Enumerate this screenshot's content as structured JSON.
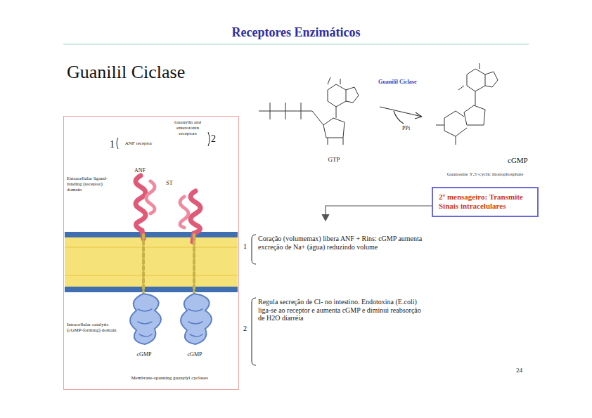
{
  "diagram": {
    "title": "Receptores Enzimáticos",
    "nodes": [
      {
        "text": [
          "Membrane-spanning guanylyl cyclases"
        ]
      },
      {
        "text": [
          "2º mensageiro: Transmite Sinais intracelulares"
        ]
      }
    ],
    "edges": [],
    "labels": [
      "Guanilil Ciclase",
      "1",
      "ANF receptor",
      "Guanylin and enterotoxin receptors",
      "2",
      "ANF",
      "ST",
      "Extracellular ligand-binding (receptor) domain",
      "Intracellular catalytic (cGMP-forming) domain",
      "cGMP",
      "cGMP",
      "GTP",
      "Guanilil Ciclase",
      "PPi",
      "cGMP",
      "Guanosine 3′,5′-cyclic monophosphate",
      "1",
      "Coração (volumemax) libera ANF + Rins: cGMP aumenta excreção de Na+ (água) reduzindo volume",
      "2",
      "Regula secreção de Cl- no intestino. Endotoxina (E.coli) liga-se ao receptor e aumenta cGMP e diminui reabsorção de H2O diarréia",
      "24"
    ]
  }
}
